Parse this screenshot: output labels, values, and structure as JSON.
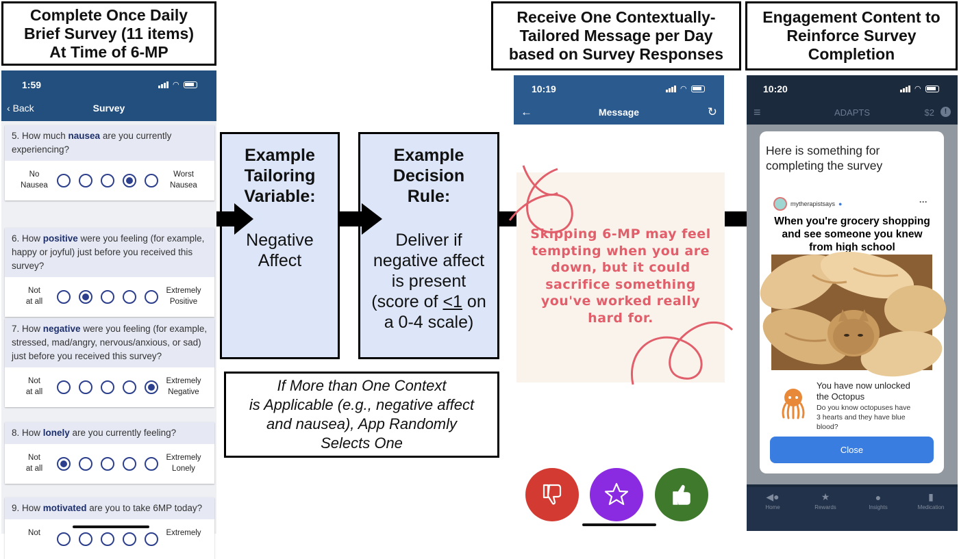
{
  "headers": {
    "survey": "Complete Once Daily\nBrief Survey (11 items)\nAt Time of 6-MP",
    "message": "Receive One Contextually-\nTailored Message per Day\nbased on Survey Responses",
    "engagement": "Engagement Content to\nReinforce Survey\nCompletion"
  },
  "survey_phone": {
    "time": "1:59",
    "back_label": "Back",
    "title": "Survey",
    "questions": [
      {
        "pre": "5. How much ",
        "key": "nausea",
        "post": " are you currently experiencing?",
        "low": "No\nNausea",
        "high": "Worst\nNausea",
        "selected": 4
      },
      {
        "pre": "6. How ",
        "key": "positive",
        "post": " were you feeling (for example, happy or joyful) just before you received this survey?",
        "low": "Not\nat all",
        "high": "Extremely\nPositive",
        "selected": 2
      },
      {
        "pre": "7. How ",
        "key": "negative",
        "post": " were you feeling (for example, stressed, mad/angry, nervous/anxious, or sad) just before you received this survey?",
        "low": "Not\nat all",
        "high": "Extremely\nNegative",
        "selected": 5
      },
      {
        "pre": "8. How ",
        "key": "lonely",
        "post": " are you currently feeling?",
        "low": "Not\nat all",
        "high": "Extremely\nLonely",
        "selected": 1
      },
      {
        "pre": "9. How ",
        "key": "motivated",
        "post": " are you to take 6MP today?",
        "low": "Not",
        "high": "Extremely",
        "selected": 0
      }
    ]
  },
  "tailoring": {
    "heading": "Example\nTailoring\nVariable:",
    "body": "Negative\nAffect"
  },
  "decision": {
    "heading": "Example\nDecision\nRule:",
    "body_line1": "Deliver if\nnegative affect\nis present\n(score of ",
    "body_le": "<1",
    "body_line2": " on\na 0-4 scale)"
  },
  "context_note": "If More than One Context\nis Applicable (e.g., negative affect\nand nausea), App Randomly\nSelects One",
  "message_phone": {
    "time": "10:19",
    "title": "Message",
    "message_text": "Skipping 6-MP may feel tempting when you are down, but it could sacrifice something you've worked really hard for.",
    "colors": {
      "header": "#2b5a8f",
      "message": "#e05f6b",
      "dislike": "#d23a32",
      "favorite": "#8a2be2",
      "like": "#3f7a2c"
    }
  },
  "engagement_phone": {
    "time": "10:20",
    "app_name": "ADAPTS",
    "balance": "$2",
    "modal_title": "Here is something for\ncompleting the survey",
    "account": "mytherapistsays",
    "meme_caption": "When you're grocery shopping\nand see someone you knew\nfrom high school",
    "unlock_title": "You have now unlocked\nthe Octopus",
    "unlock_desc": "Do you know octopuses have\n3 hearts and they have blue\nblood?",
    "close_label": "Close",
    "tabs": [
      "Home",
      "Rewards",
      "Insights",
      "Medication"
    ]
  }
}
